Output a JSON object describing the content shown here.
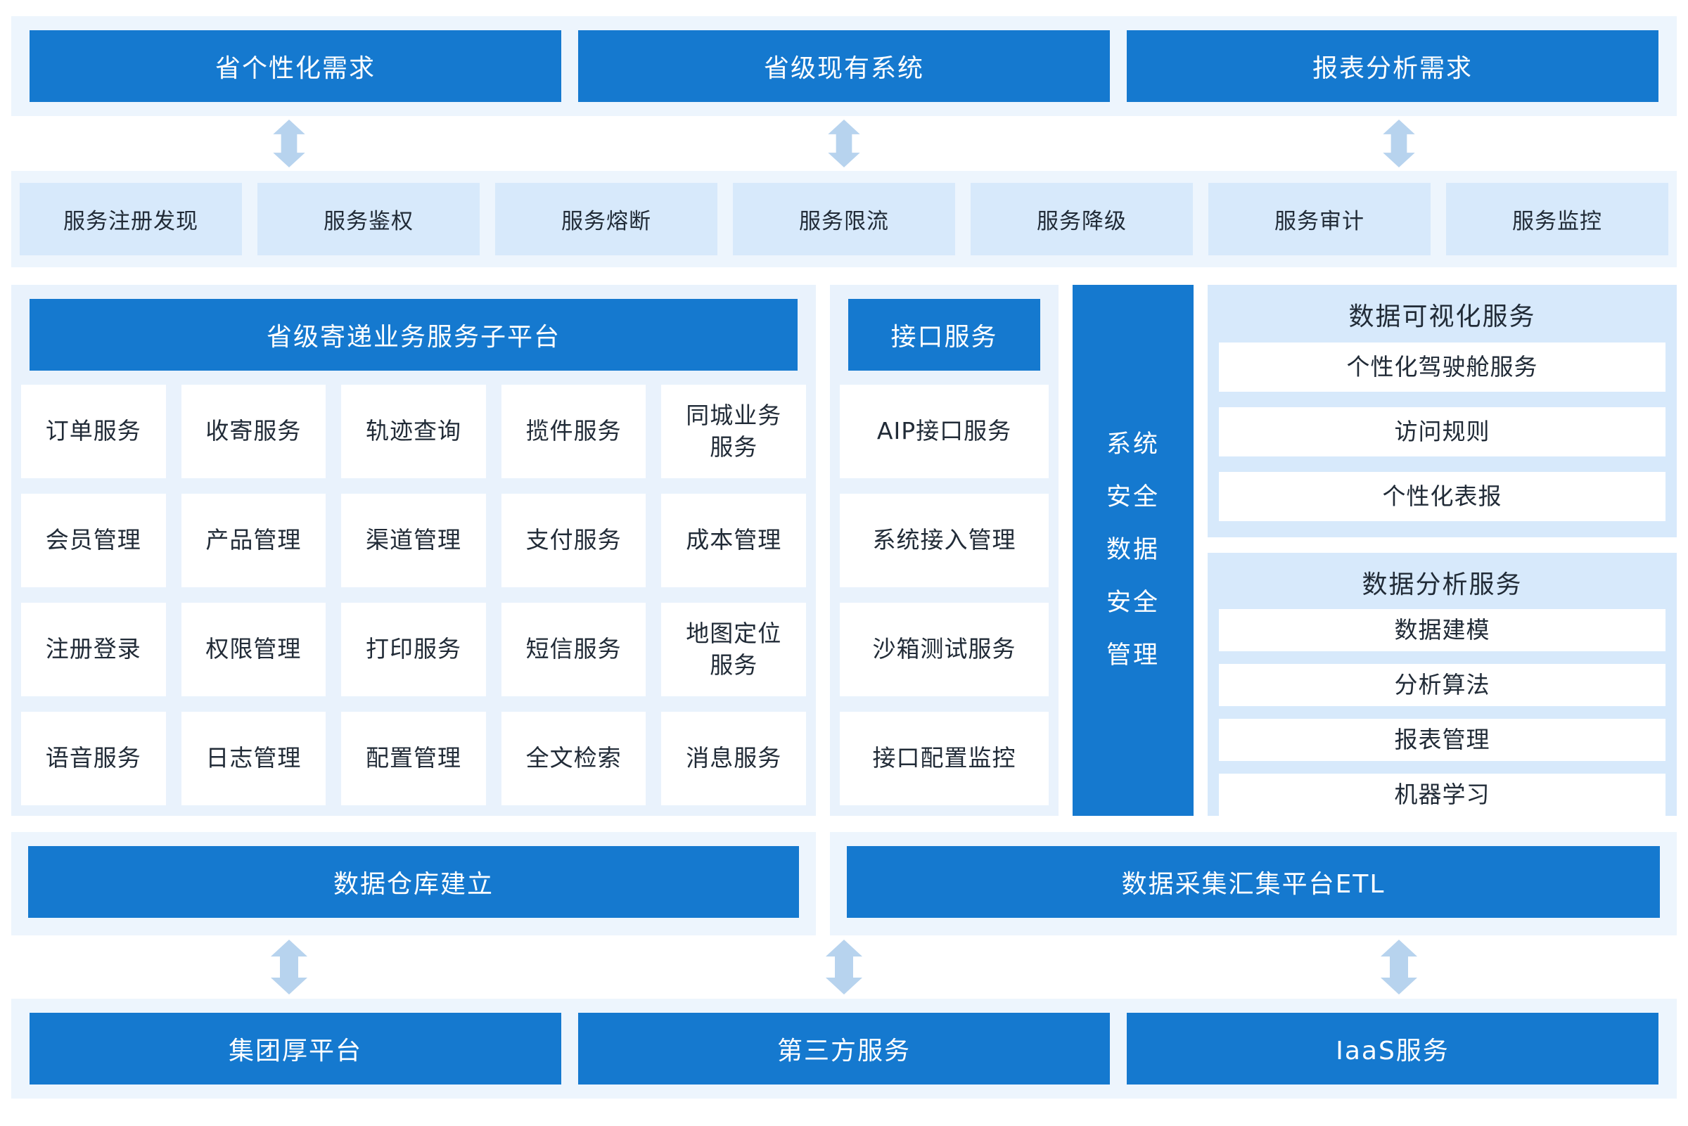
{
  "colors": {
    "primary": "#1579cf",
    "arrow": "#b7d3ee",
    "band": "#edf5fd",
    "panel": "#e9f2fc",
    "chip": "#d7e9fb",
    "text": "#212b37"
  },
  "top_boxes": [
    "省个性化需求",
    "省级现有系统",
    "报表分析需求"
  ],
  "gateway_boxes": [
    "服务注册发现",
    "服务鉴权",
    "服务熔断",
    "服务限流",
    "服务降级",
    "服务审计",
    "服务监控"
  ],
  "delivery_platform": {
    "title": "省级寄递业务服务子平台",
    "cells": [
      "订单服务",
      "收寄服务",
      "轨迹查询",
      "揽件服务",
      "同城业务服务",
      "会员管理",
      "产品管理",
      "渠道管理",
      "支付服务",
      "成本管理",
      "注册登录",
      "权限管理",
      "打印服务",
      "短信服务",
      "地图定位服务",
      "语音服务",
      "日志管理",
      "配置管理",
      "全文检索",
      "消息服务"
    ]
  },
  "interface_platform": {
    "title": "接口服务",
    "cells": [
      "AIP接口服务",
      "系统接入管理",
      "沙箱测试服务",
      "接口配置监控"
    ]
  },
  "security_bar": {
    "lines": [
      "系统",
      "安全",
      "数据",
      "安全",
      "管理"
    ]
  },
  "visualization_panel": {
    "title": "数据可视化服务",
    "items": [
      "个性化驾驶舱服务",
      "访问规则",
      "个性化表报"
    ]
  },
  "analysis_panel": {
    "title": "数据分析服务",
    "items": [
      "数据建模",
      "分析算法",
      "报表管理",
      "机器学习"
    ]
  },
  "warehouse_bar": {
    "label": "数据仓库建立"
  },
  "etl_bar": {
    "label": "数据采集汇集平台ETL"
  },
  "bottom_boxes": [
    "集团厚平台",
    "第三方服务",
    "IaaS服务"
  ]
}
